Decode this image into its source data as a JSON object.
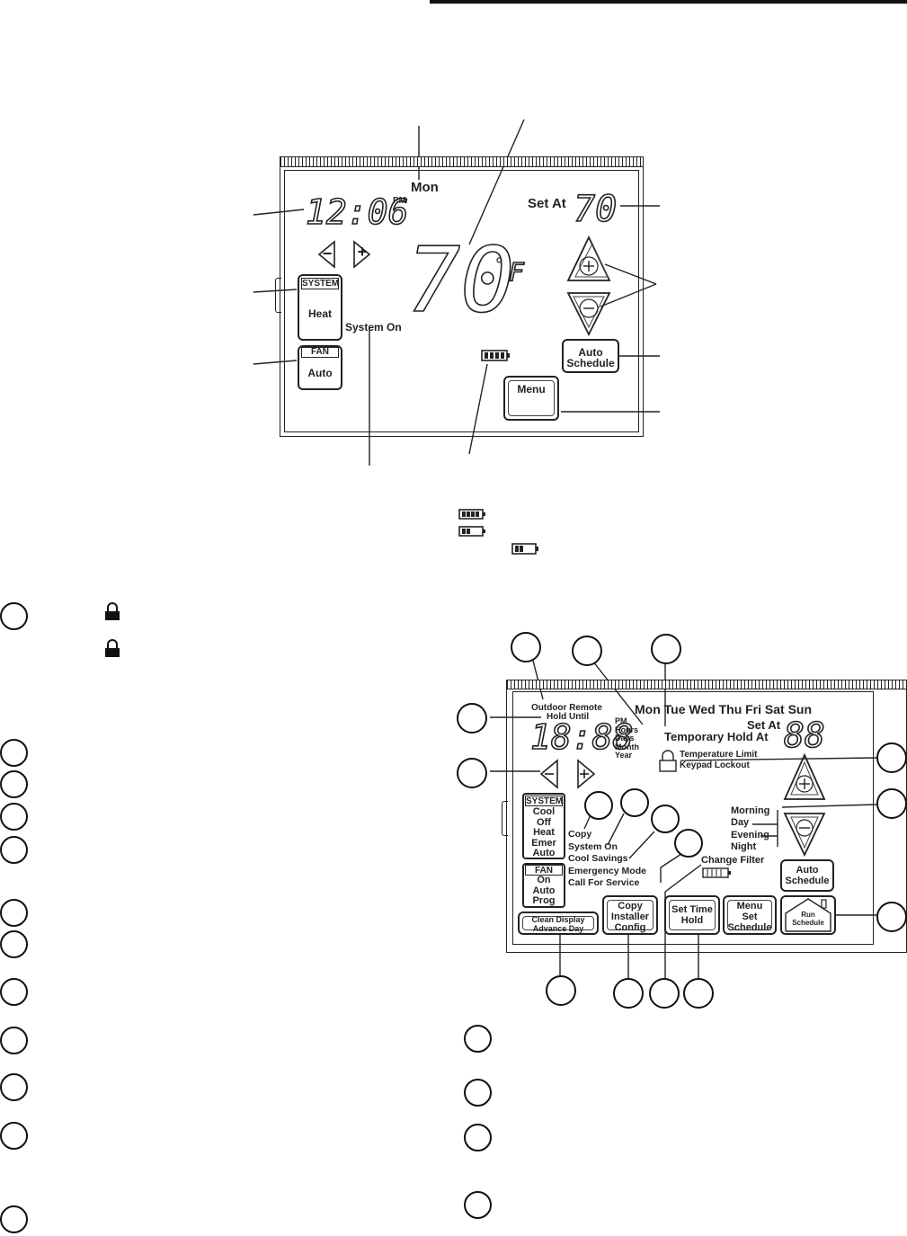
{
  "display1": {
    "day": "Mon",
    "time": "12:06",
    "time_suffix": "PM",
    "set_at_label": "Set At",
    "set_at_value": "70",
    "temperature": "70",
    "temp_unit_degree": "°",
    "temp_unit": "F",
    "system_header": "SYSTEM",
    "system_mode": "Heat",
    "fan_header": "FAN",
    "fan_mode": "Auto",
    "system_status": "System On",
    "auto_schedule_line1": "Auto",
    "auto_schedule_line2": "Schedule",
    "menu_label": "Menu",
    "minus_symbol": "−",
    "plus_symbol": "+"
  },
  "battery_levels": [
    "full",
    "half",
    "low"
  ],
  "display2": {
    "outdoor_remote": "Outdoor Remote",
    "hold_until": "Hold Until",
    "time_digits": "18:88",
    "time_labels": [
      "PM",
      "Hours",
      "Days",
      "Month",
      "Year"
    ],
    "days": "Mon Tue Wed Thu Fri Sat Sun",
    "set_at_label": "Set At",
    "temporary_hold_label": "Temporary Hold At",
    "set_digits": "88",
    "temperature_limit": "Temperature Limit",
    "keypad_lockout": "Keypad Lockout",
    "system_header": "SYSTEM",
    "system_modes": [
      "Cool",
      "Off",
      "Heat",
      "Emer",
      "Auto"
    ],
    "fan_header": "FAN",
    "fan_modes": [
      "On",
      "Auto",
      "Prog"
    ],
    "status_messages": [
      "Copy",
      "System On",
      "Cool Savings",
      "Emergency Mode",
      "Call For Service"
    ],
    "periods": [
      "Morning",
      "Day",
      "Evening",
      "Night"
    ],
    "change_filter": "Change Filter",
    "auto_schedule_line1": "Auto",
    "auto_schedule_line2": "Schedule",
    "buttons": {
      "clean_display": "Clean Display",
      "advance_day": "Advance Day",
      "copy": "Copy",
      "installer": "Installer",
      "config": "Config",
      "set_time": "Set Time",
      "hold": "Hold",
      "menu": "Menu",
      "set": "Set",
      "schedule": "Schedule",
      "run": "Run",
      "run_schedule": "Schedule"
    }
  }
}
